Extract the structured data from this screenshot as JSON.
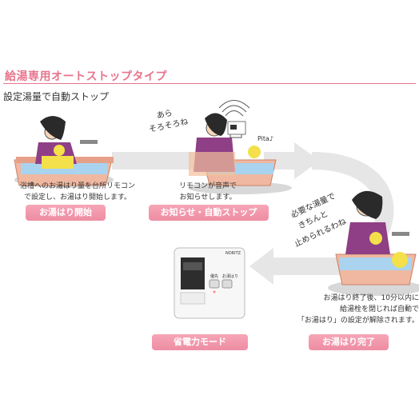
{
  "header": {
    "title": "給湯専用オートストップタイプ",
    "subtitle": "設定湯量で自動ストップ"
  },
  "steps": [
    {
      "caption_line1": "浴槽へのお湯はり量を台所リモコン",
      "caption_line2": "で設定し、お湯はり開始します。",
      "label": "お湯はり開始"
    },
    {
      "caption_line1": "リモコンが音声で",
      "caption_line2": "お知らせします。",
      "label": "お知らせ・自動ストップ"
    },
    {
      "caption_line1": "お湯はり終了後、10分以内に",
      "caption_line2": "給湯栓を閉じれば自動で",
      "caption_line3": "「お湯はり」の設定が解除されます。",
      "label": "お湯はり完了"
    },
    {
      "label": "省電力モード"
    }
  ],
  "speech": {
    "aa": "あら",
    "sorosoro": "そろそろね",
    "pita": "Pita♪",
    "needed1": "必要な湯量で",
    "needed2": "きちんと",
    "needed3": "止められるわね"
  },
  "remote": {
    "brand": "NORITZ",
    "btn1": "優先",
    "btn2": "お湯はり"
  },
  "colors": {
    "accent": "#e8748c",
    "button": "#ee8da3",
    "arrow": "#e6e6e6"
  },
  "icons": [
    "arrow-right-icon",
    "arrow-curve-icon",
    "arrow-left-icon",
    "sound-wave-icon"
  ]
}
